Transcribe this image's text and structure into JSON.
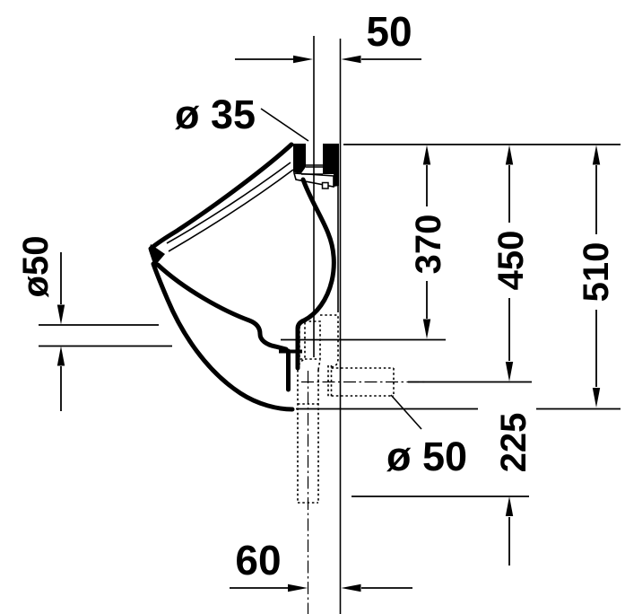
{
  "drawing": {
    "title": "wall-mounted urinal side-section technical drawing",
    "units": "mm",
    "background": "#ffffff",
    "line_color": "#000000",
    "dimensions": {
      "top_connection_offset": "50",
      "inlet_spigot_diameter": "ø 35",
      "outlet_spigot_diameter": "ø50",
      "rim_to_outlet_center": "370",
      "rim_to_waste_pipe_center": "450",
      "overall_height": "510",
      "waste_pipe_diameter": "ø 50",
      "waste_center_to_pipe_end": "225",
      "bottom_pipe_offset": "60"
    }
  }
}
